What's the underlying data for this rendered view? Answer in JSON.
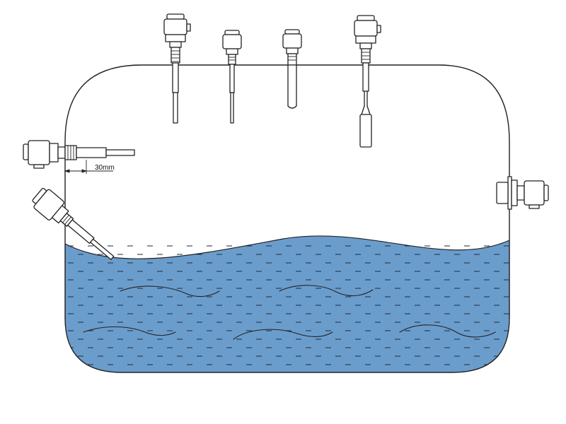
{
  "diagram": {
    "dimension_label": "30mm",
    "colors": {
      "liquid_fill": "#6b9dcc",
      "liquid_dash": "#1a2a40",
      "outline": "#222222",
      "background": "#ffffff"
    },
    "sensors": [
      {
        "id": "top-sensor-1",
        "mount": "top"
      },
      {
        "id": "top-sensor-2",
        "mount": "top"
      },
      {
        "id": "top-sensor-3",
        "mount": "top"
      },
      {
        "id": "top-sensor-4",
        "mount": "top"
      },
      {
        "id": "side-sensor-left-horizontal",
        "mount": "left-wall"
      },
      {
        "id": "side-sensor-left-angled",
        "mount": "left-wall"
      },
      {
        "id": "side-sensor-right",
        "mount": "right-wall"
      }
    ]
  }
}
